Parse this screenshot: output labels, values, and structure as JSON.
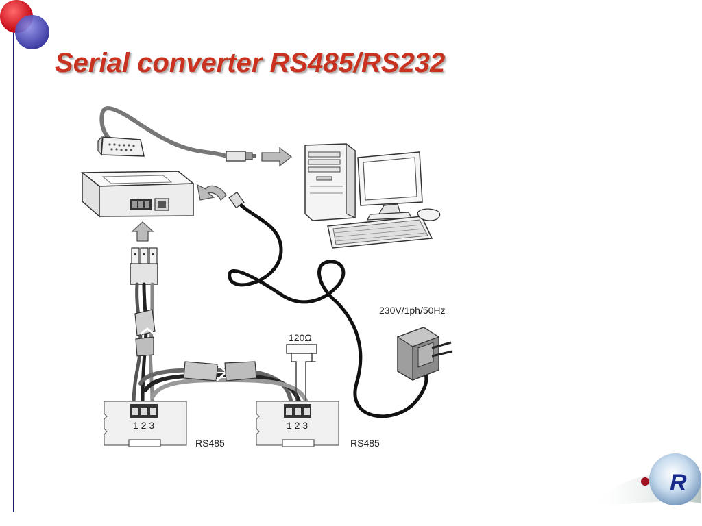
{
  "slide": {
    "title": "Serial converter RS485/RS232",
    "accent_color": "#c8321e",
    "left_rule_color": "#1a1a6e"
  },
  "diagram": {
    "power_label": "230V/1ph/50Hz",
    "resistor_label": "120Ω",
    "device1_terminals": "1 2 3",
    "device1_label": "RS485",
    "device2_terminals": "1 2 3",
    "device2_label": "RS485"
  },
  "logo": {
    "text": "R"
  }
}
